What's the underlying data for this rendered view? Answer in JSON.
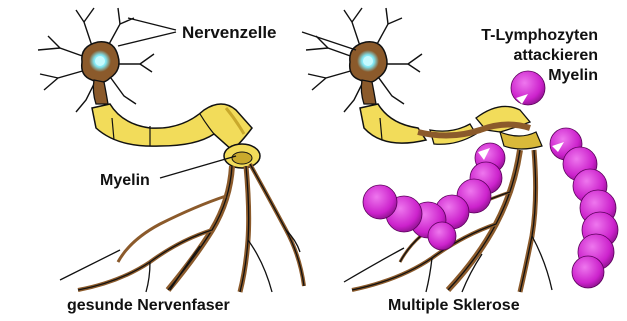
{
  "labels": {
    "nerve_cell": "Nervenzelle",
    "myelin_left": "Myelin",
    "t_line1": "T-Lymphozyten",
    "t_line2": "attackieren",
    "t_line3": "Myelin",
    "caption_left": "gesunde Nervenfaser",
    "caption_right": "Multiple Sklerose"
  },
  "colors": {
    "soma": "#8b5a2b",
    "nucleus": "#7fe6f2",
    "axon": "#8b5a2b",
    "myelin": "#f2dc5a",
    "myelin_shade": "#c9a92c",
    "lymphocyte": "#cc22cc",
    "lymphocyte_shade": "#7a0a7a",
    "text": "#111111"
  }
}
